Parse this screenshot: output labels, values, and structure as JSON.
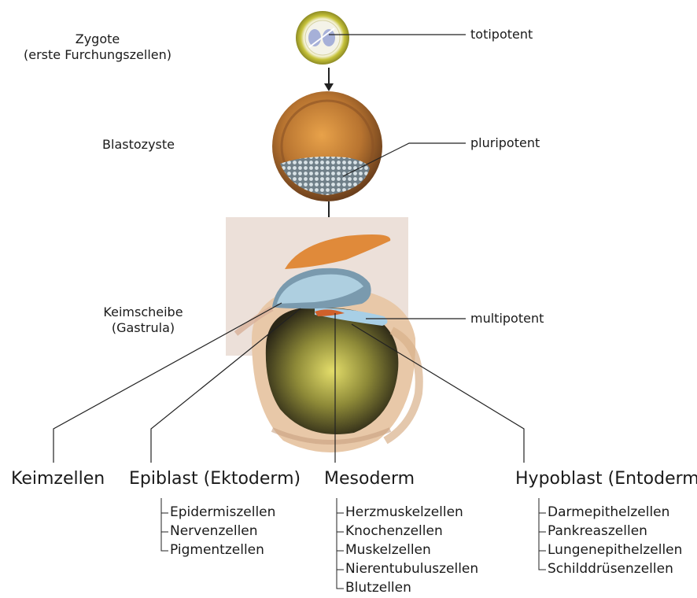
{
  "stages": {
    "zygote": {
      "name": "Zygote",
      "note": "(erste Furchungszellen)",
      "potency": "totipotent"
    },
    "blastocyst": {
      "name": "Blastozyste",
      "potency": "pluripotent"
    },
    "gastrula": {
      "name": "Keimscheibe",
      "note": "(Gastrula)",
      "potency": "multipotent"
    }
  },
  "lineages": [
    {
      "title": "Keimzellen",
      "cells": []
    },
    {
      "title": "Epiblast (Ektoderm)",
      "cells": [
        "Epidermiszellen",
        "Nervenzellen",
        "Pigmentzellen"
      ]
    },
    {
      "title": "Mesoderm",
      "cells": [
        "Herzmuskelzellen",
        "Knochenzellen",
        "Muskelzellen",
        "Nierentubuluszellen",
        "Blutzellen"
      ]
    },
    {
      "title": "Hypoblast (Entoderm)",
      "cells": [
        "Darmepithelzellen",
        "Pankreaszellen",
        "Lungenepithelzellen",
        "Schilddrüsenzellen"
      ]
    }
  ],
  "colors": {
    "zona": "#c6c23a",
    "blastocyst_shell": "#c9853a",
    "inner_cell_mass": "#9fb2bd",
    "epiblast": "#9ec3d6",
    "yolk_sac": "#c9c94a",
    "line": "#222222"
  }
}
